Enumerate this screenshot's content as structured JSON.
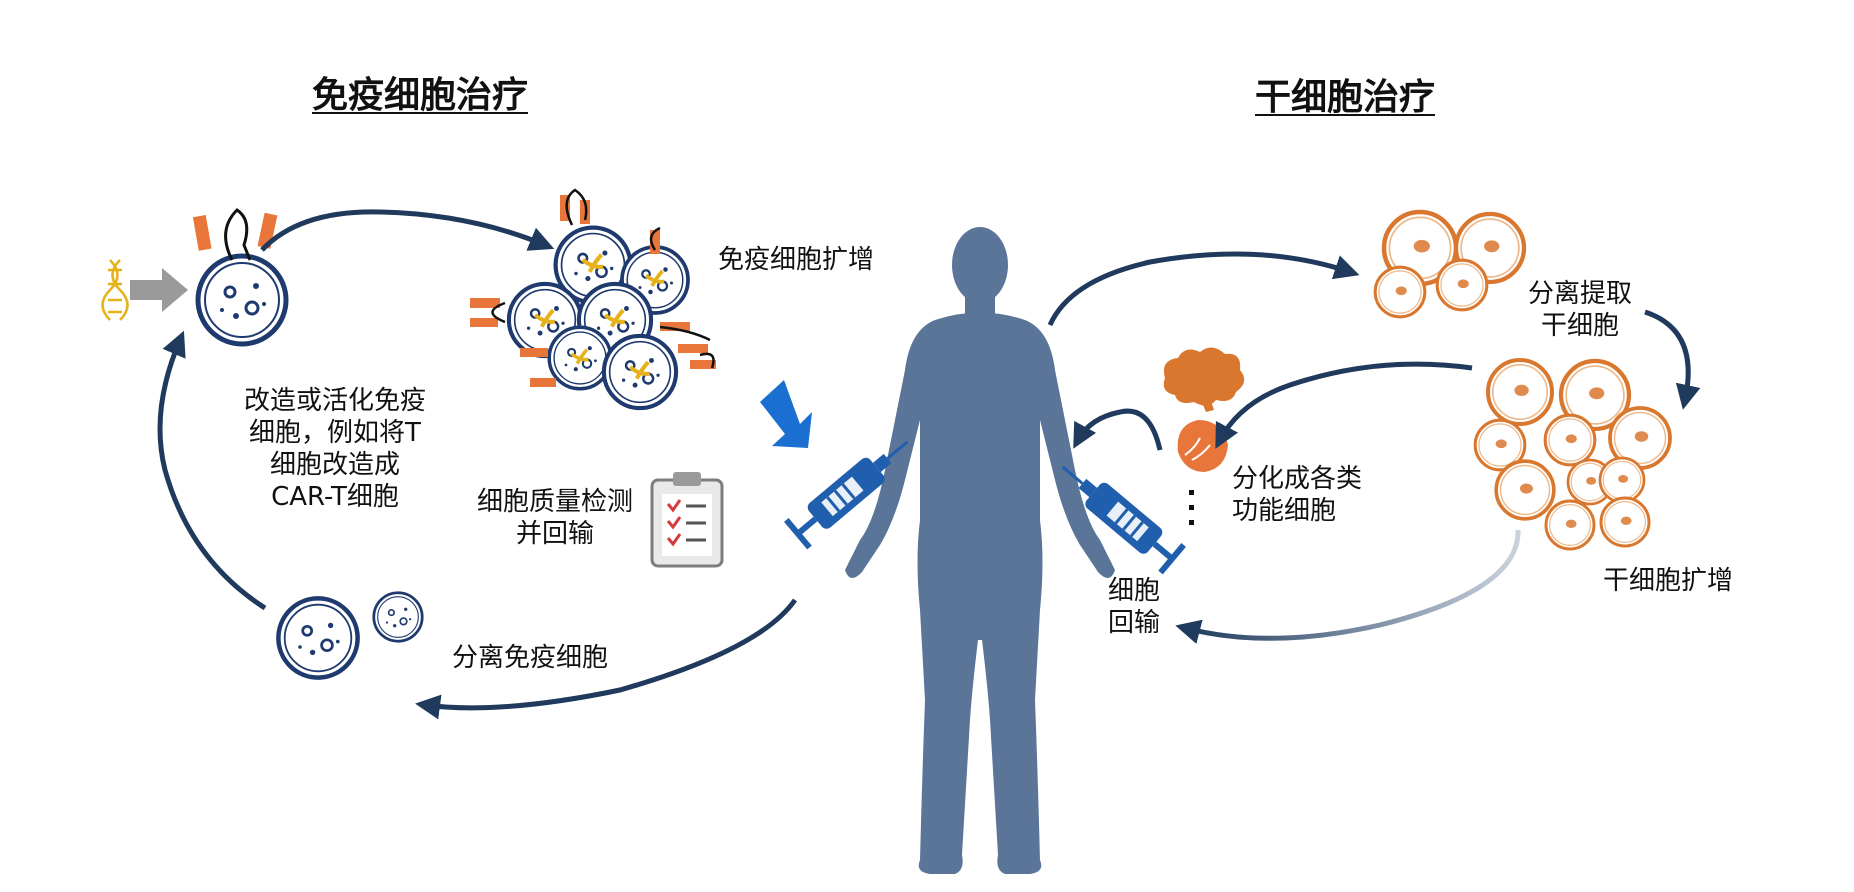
{
  "immune": {
    "title": "免疫细胞治疗",
    "expand_label": "免疫细胞扩增",
    "modify_lines": [
      "改造或活化免疫",
      "细胞，例如将T",
      "细胞改造成",
      "CAR-T细胞"
    ],
    "qc_lines": [
      "细胞质量检测",
      "并回输"
    ],
    "isolate_label": "分离免疫细胞"
  },
  "stem": {
    "title": "干细胞治疗",
    "isolate_lines": [
      "分离提取",
      "干细胞"
    ],
    "expand_label": "干细胞扩增",
    "differentiate_lines": [
      "分化成各类",
      "功能细胞"
    ],
    "reinfuse_lines": [
      "细胞",
      "回输"
    ]
  },
  "colors": {
    "arrow": "#1f3a5c",
    "human": "#5b7599",
    "immune_cell": "#1e3a6e",
    "receptor": "#e8763a",
    "stem_cell": "#d9772f",
    "gray_arrow": "#9a9a9a",
    "syringe": "#1f5fae",
    "blue_arrow": "#1a6fd1"
  }
}
